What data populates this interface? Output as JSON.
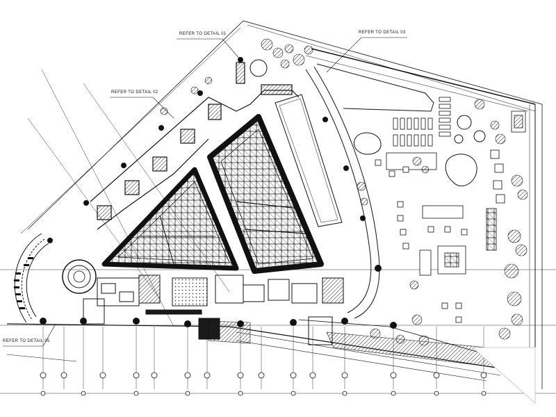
{
  "drawing": {
    "callouts": [
      "REFER TO DETAIL 01",
      "REFER TO DETAIL 02",
      "REFER TO DETAIL 03",
      "REFER TO DETAIL 05"
    ]
  },
  "colors": {
    "ink": "#111111",
    "hatch": "#333333",
    "fill_dark": "#1a1a1a",
    "paper": "#ffffff"
  }
}
